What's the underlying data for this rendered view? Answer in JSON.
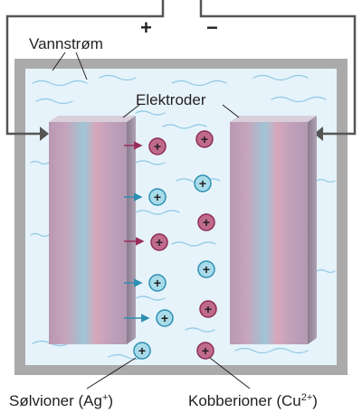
{
  "labels": {
    "positive_terminal": "+",
    "negative_terminal": "−",
    "water_flow": "Vannstrøm",
    "electrodes": "Elektroder",
    "silver_ions_base": "Sølvioner (Ag",
    "silver_ions_sup": "+",
    "silver_ions_end": ")",
    "copper_ions_base": "Kobberioner (Cu",
    "copper_ions_sup": "2+",
    "copper_ions_end": ")"
  },
  "ion_symbol": "+",
  "colors": {
    "silver_ion": "#a8dbea",
    "silver_ion_ring": "#2d8fb1",
    "copper_ion": "#c06a8c",
    "copper_ion_ring": "#8e2d55",
    "water": "#e6f3fb",
    "water_waves": "#8fc8e3",
    "frame": "#aaaaaa",
    "wire": "#555555",
    "arrow_silver": "#2d8fb1",
    "arrow_copper": "#9b2d5a"
  }
}
